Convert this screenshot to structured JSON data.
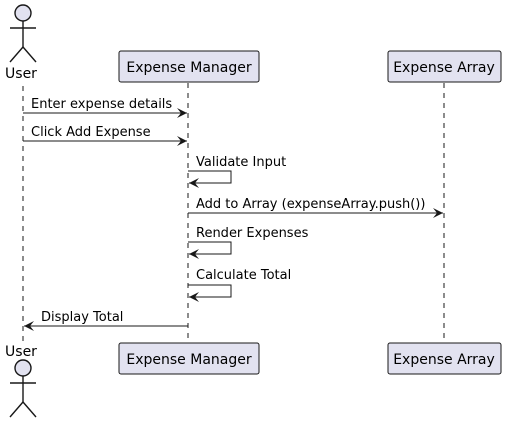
{
  "colors": {
    "participant_fill": "#e2e2f0",
    "participant_stroke": "#181818",
    "lifeline": "#181818",
    "arrow": "#181818",
    "text": "#000000",
    "background": "#ffffff"
  },
  "participants": [
    {
      "id": "user",
      "type": "actor",
      "label": "User",
      "icon": "actor-stick-figure-icon"
    },
    {
      "id": "manager",
      "type": "participant",
      "label": "Expense Manager"
    },
    {
      "id": "array",
      "type": "participant",
      "label": "Expense Array"
    }
  ],
  "messages": [
    {
      "from": "user",
      "to": "manager",
      "label": "Enter expense details"
    },
    {
      "from": "user",
      "to": "manager",
      "label": "Click Add Expense"
    },
    {
      "from": "manager",
      "to": "manager",
      "label": "Validate Input"
    },
    {
      "from": "manager",
      "to": "array",
      "label": "Add to Array (expenseArray.push())"
    },
    {
      "from": "manager",
      "to": "manager",
      "label": "Render Expenses"
    },
    {
      "from": "manager",
      "to": "manager",
      "label": "Calculate Total"
    },
    {
      "from": "manager",
      "to": "user",
      "label": "Display Total"
    }
  ]
}
